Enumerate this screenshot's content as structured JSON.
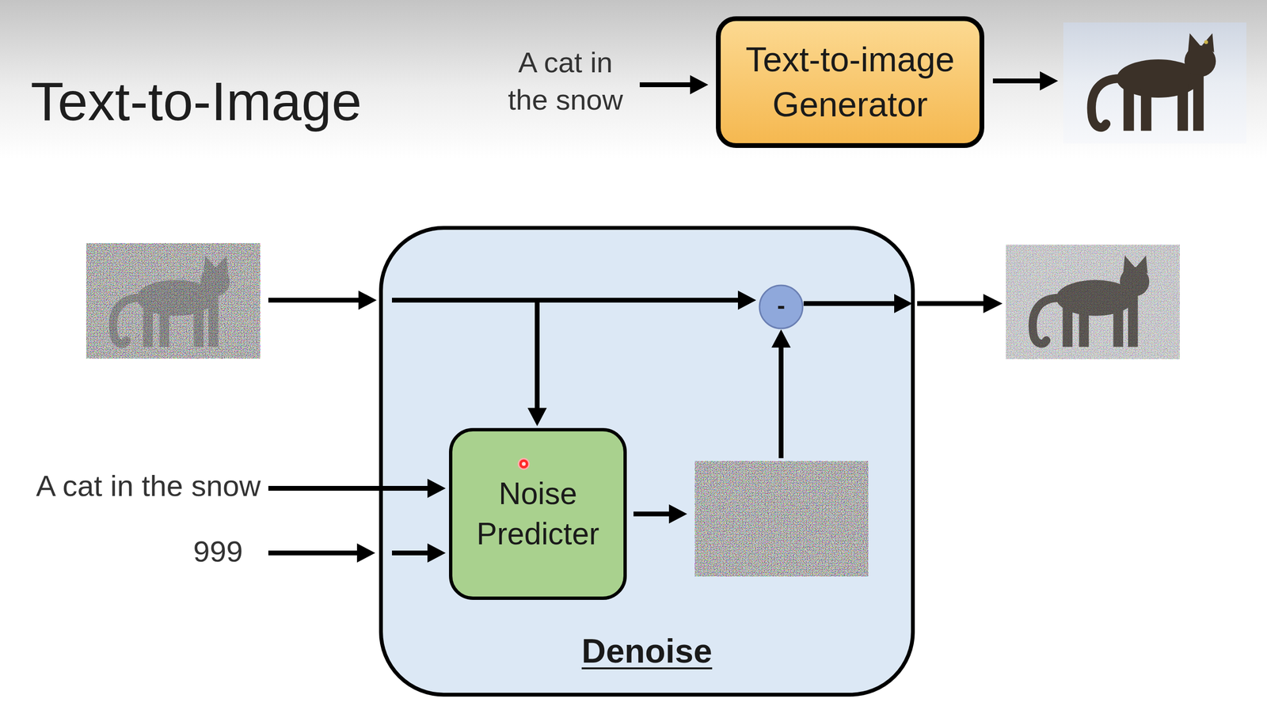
{
  "diagram": {
    "title": "Text-to-Image",
    "nodes": [
      {
        "text": [
          "Text-to-image Generator"
        ]
      },
      {
        "text": [
          "Denoise"
        ]
      },
      {
        "text": [
          "Noise Predicter"
        ],
        "in": 1
      },
      {
        "text": [
          "-"
        ],
        "in": 1
      }
    ],
    "edges": [
      {
        "from": 2,
        "to": 3,
        "arrow": "to"
      }
    ],
    "labels": [
      "A cat in the snow",
      "A cat in the snow",
      "999"
    ]
  }
}
